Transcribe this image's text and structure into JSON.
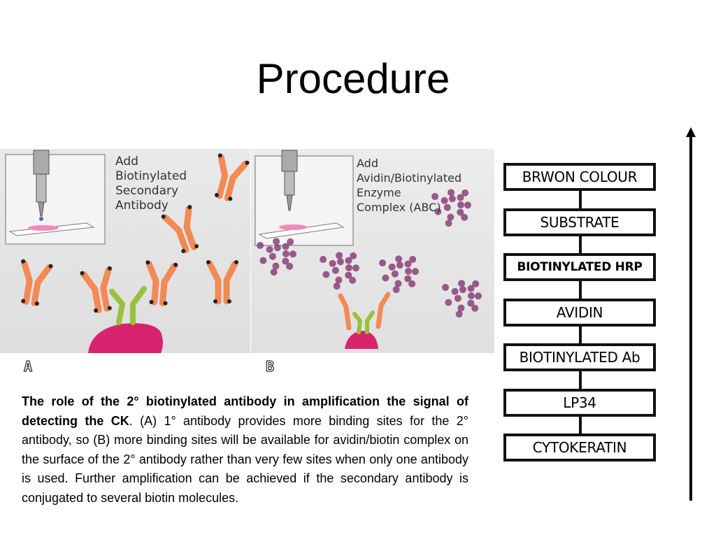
{
  "title": "Procedure",
  "panel_a": {
    "lines": [
      "Add",
      "Biotinylated",
      "Secondary",
      "Antibody"
    ],
    "letter": "A"
  },
  "panel_b": {
    "lines": [
      "Add",
      "Avidin/Biotinylated",
      "Enzyme",
      "Complex (ABC)"
    ],
    "letter": "B"
  },
  "caption": {
    "bold": "The role of the 2° biotinylated antibody in amplification the signal of detecting the CK",
    "rest": ". (A) 1° antibody provides more binding sites for the 2° antibody, so (B) more binding sites will be available for avidin/biotin complex on the surface of the 2° antibody rather than very few sites when only one antibody is used. Further amplification can be achieved if the secondary antibody is conjugated to several biotin molecules."
  },
  "flow": {
    "steps": [
      "BRWON COLOUR",
      "SUBSTRATE",
      "BIOTINYLATED HRP",
      "AVIDIN",
      "BIOTINYLATED Ab",
      "LP34",
      "CYTOKERATIN"
    ]
  },
  "colors": {
    "antibody": "#f28a55",
    "biotin": "#222222",
    "primary_antibody": "#98c23a",
    "antigen": "#d8246e",
    "complex": "#8a3f7a"
  }
}
